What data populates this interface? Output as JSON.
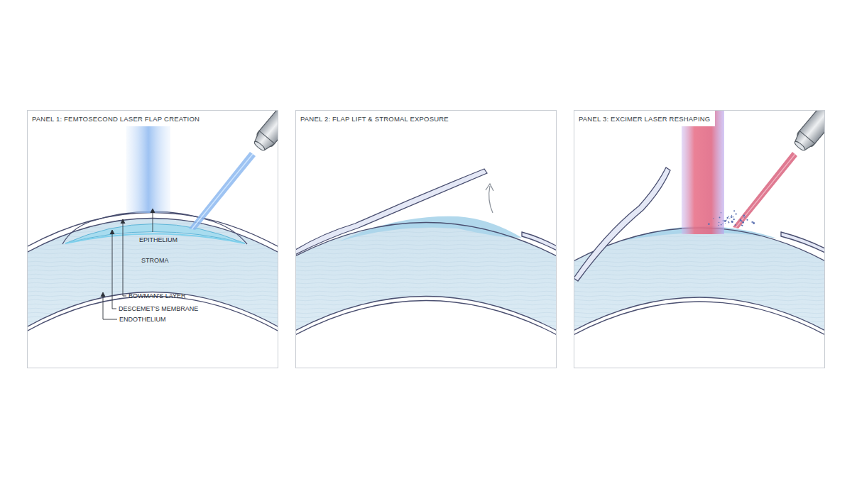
{
  "diagram": {
    "nodes": [
      {
        "text": [
          "PANEL 1: FEMTOSECOND LASER FLAP CREATION"
        ]
      },
      {
        "text": [
          "PANEL 2: FLAP LIFT & STROMAL EXPOSURE"
        ]
      },
      {
        "text": [
          "PANEL 3: EXCIMER LASER RESHAPING"
        ]
      }
    ],
    "labels": [
      "EPITHELIUM",
      "STROMA",
      "BOWMAN'S LAYER",
      "DESCEMET'S MEMBRANE",
      "ENDOTHELIUM"
    ]
  }
}
